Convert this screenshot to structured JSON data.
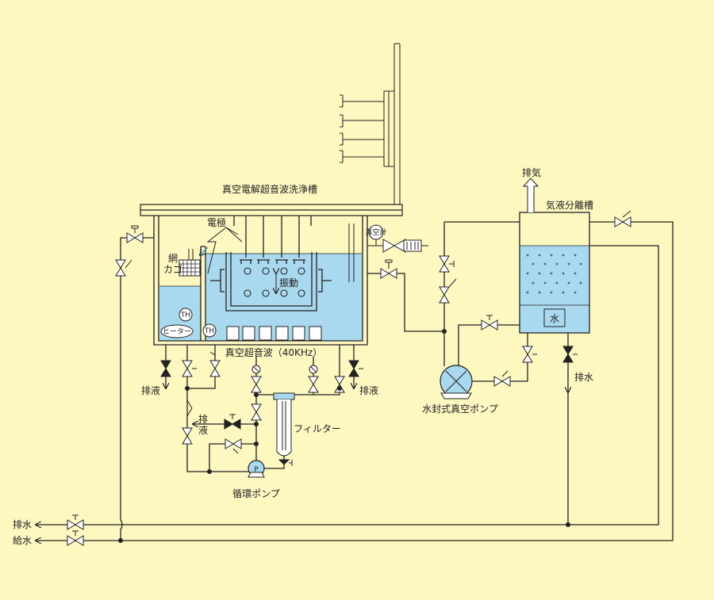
{
  "title": "真空電解超音波洗浄槽",
  "labels": {
    "electrode": "電極",
    "net_basket_1": "網",
    "net_basket_2": "カゴ",
    "vibration": "振動",
    "heater": "ヒーター",
    "th": "TH",
    "ultrasonic": "真空超音波（40KHz）",
    "vacuum_gauge": "真空計",
    "drain_liquid": "排液",
    "drain_liquid_mid_1": "排",
    "drain_liquid_mid_2": "液",
    "filter": "フィルター",
    "pump_letter": "P",
    "circulation_pump": "循環ポンプ",
    "water_seal_pump": "水封式真空ポンプ",
    "exhaust": "排気",
    "separator": "気液分離槽",
    "water": "水",
    "drain_water": "排水",
    "supply_water": "給水"
  },
  "colors": {
    "background": "#fdf7c0",
    "water": "#a9d9ee",
    "line": "#222222"
  }
}
